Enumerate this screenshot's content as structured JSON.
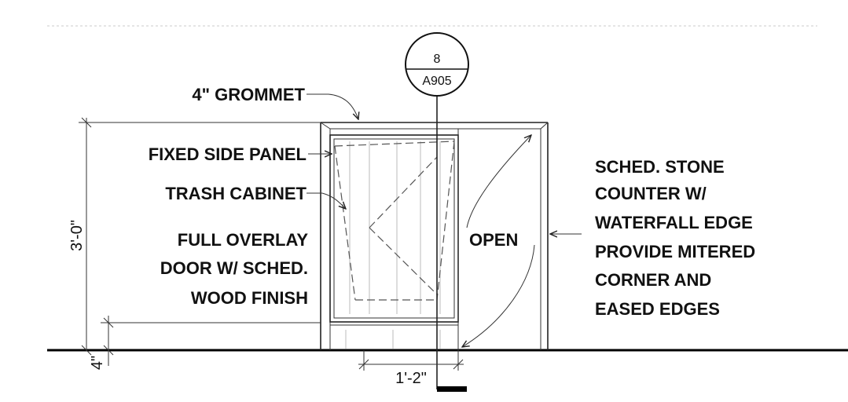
{
  "section_tag": {
    "number": "8",
    "sheet": "A905"
  },
  "labels": {
    "grommet": "4\" GROMMET",
    "fixed_side_panel": "FIXED SIDE PANEL",
    "trash_cabinet": "TRASH CABINET",
    "full_overlay_line1": "FULL OVERLAY",
    "full_overlay_line2": "DOOR W/ SCHED.",
    "full_overlay_line3": "WOOD FINISH",
    "open": "OPEN",
    "counter_line1": "SCHED. STONE",
    "counter_line2": "COUNTER W/",
    "counter_line3": "WATERFALL EDGE",
    "counter_line4": "PROVIDE MITERED",
    "counter_line5": "CORNER AND",
    "counter_line6": "EASED EDGES"
  },
  "dimensions": {
    "height": "3'-0\"",
    "toe_kick": "4\"",
    "width": "1'-2\""
  }
}
